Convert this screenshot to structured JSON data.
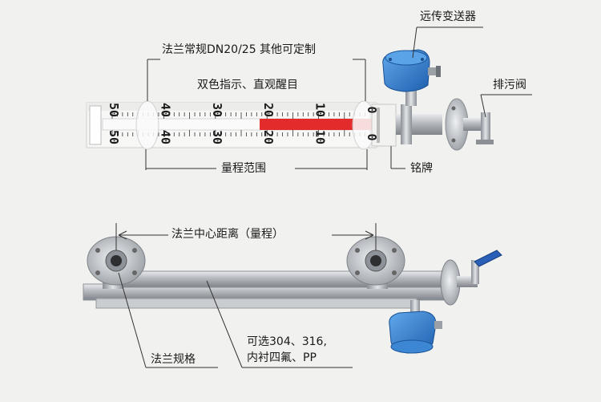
{
  "labels": {
    "remote_transmitter": "远传变送器",
    "flange_standard": "法兰常规DN20/25 其他可定制",
    "dual_color": "双色指示、直观醒目",
    "drain_valve": "排污阀",
    "measuring_range": "量程范围",
    "nameplate": "铭牌",
    "center_distance": "法兰中心距离（量程）",
    "material_line1": "可选304、316,",
    "material_line2": "内衬四氟、PP",
    "flange_spec": "法兰规格"
  },
  "scale": {
    "top_ticks": [
      "50",
      "40",
      "30",
      "20",
      "10",
      "0"
    ],
    "bottom_ticks": [
      "50",
      "40",
      "30",
      "20",
      "10",
      "0"
    ],
    "red_fill_fraction": 0.42
  },
  "colors": {
    "red_indicator": "#e32b2b",
    "white_indicator": "#fafafa",
    "transmitter_blue": "#2f7fd0",
    "steel": "#b9bcc0",
    "valve_blue": "#2a5fb8"
  }
}
